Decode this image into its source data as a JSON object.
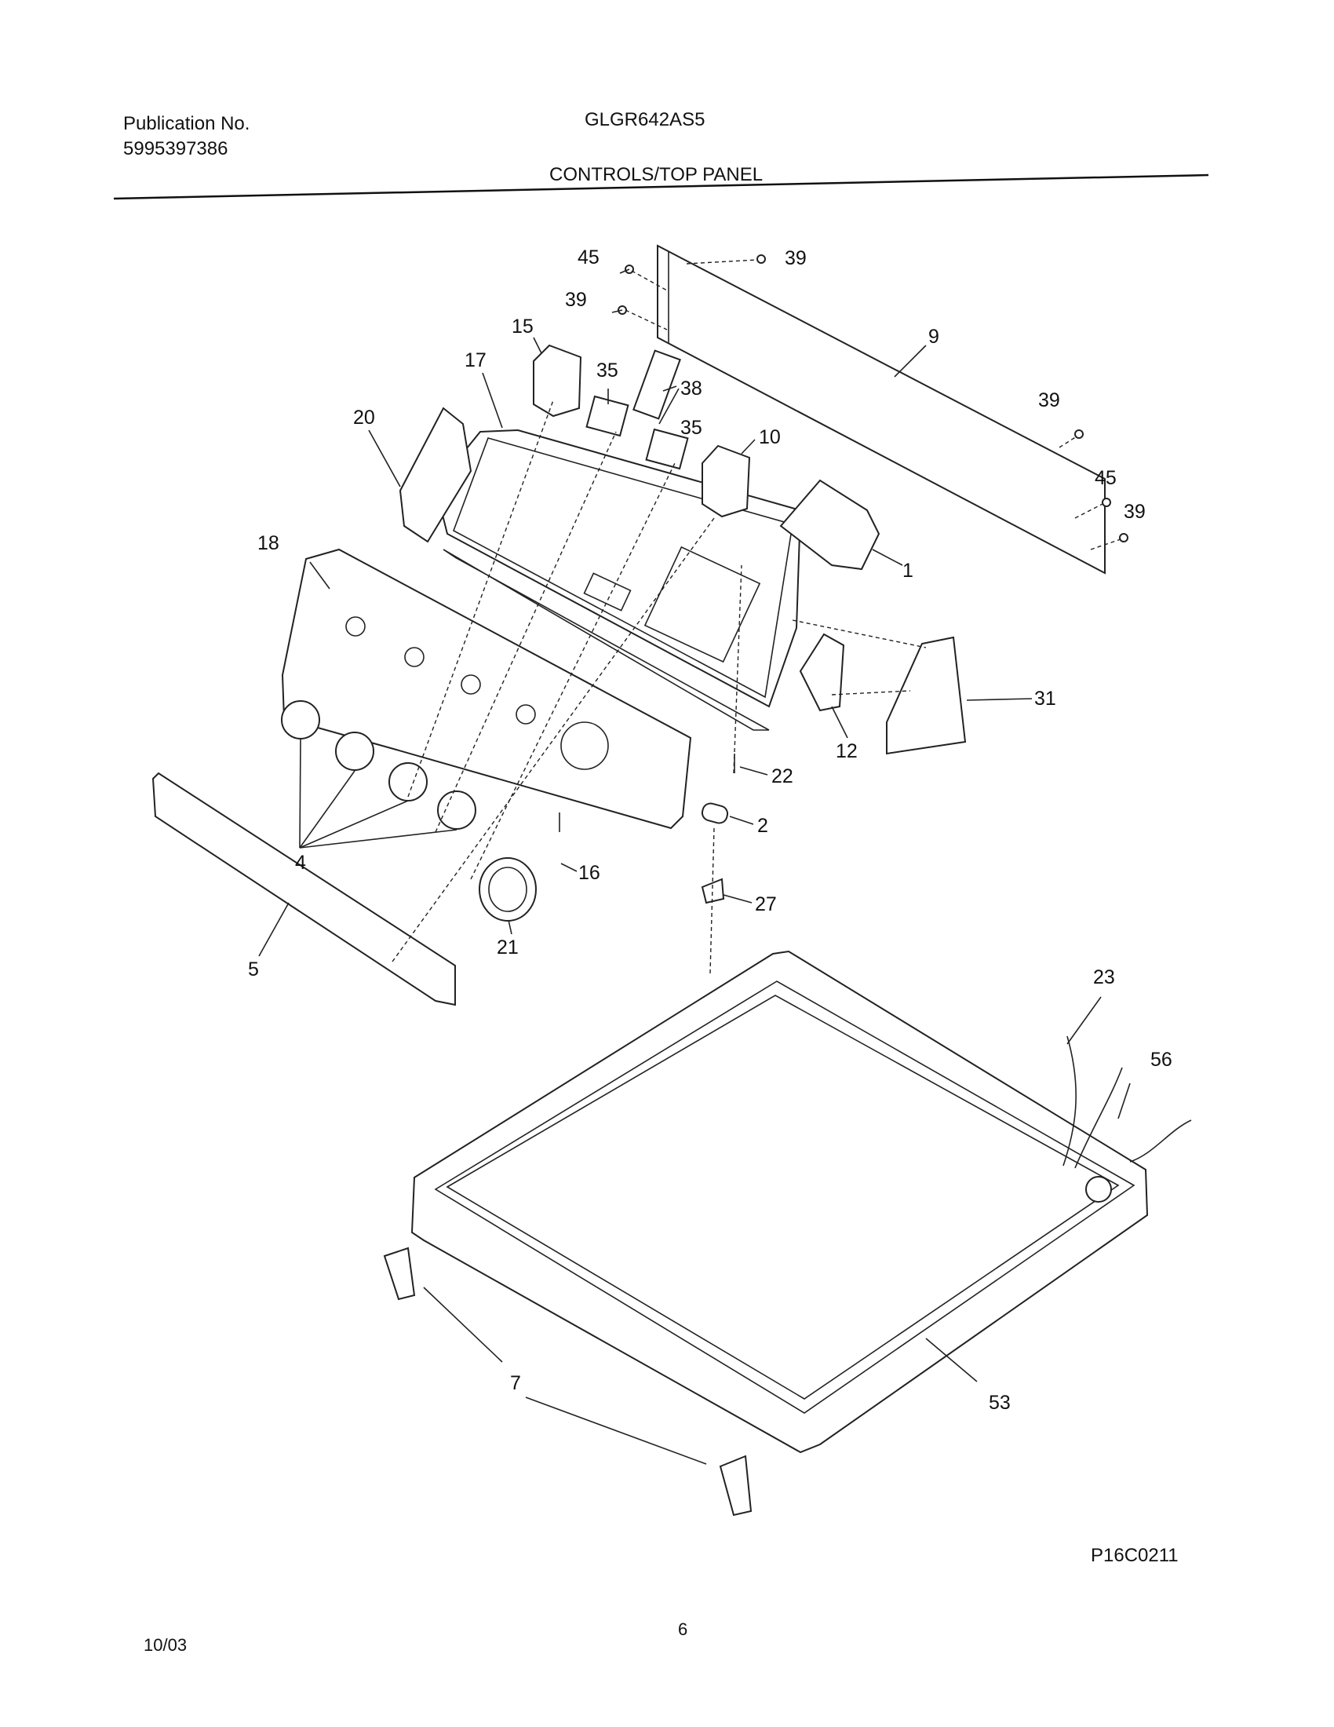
{
  "header": {
    "publication_label": "Publication No.",
    "publication_number": "5995397386",
    "model": "GLGR642AS5",
    "section_title": "CONTROLS/TOP PANEL"
  },
  "diagram": {
    "callouts": {
      "c1": "1",
      "c2": "2",
      "c4": "4",
      "c5": "5",
      "c7": "7",
      "c9": "9",
      "c10": "10",
      "c12": "12",
      "c15": "15",
      "c16": "16",
      "c17": "17",
      "c18": "18",
      "c20": "20",
      "c21": "21",
      "c22": "22",
      "c23": "23",
      "c27": "27",
      "c31": "31",
      "c35a": "35",
      "c35b": "35",
      "c38": "38",
      "c39a": "39",
      "c39b": "39",
      "c39c": "39",
      "c39d": "39",
      "c45a": "45",
      "c45b": "45",
      "c53": "53",
      "c56": "56"
    },
    "drawing_code": "P16C0211"
  },
  "footer": {
    "date": "10/03",
    "page_number": "6"
  }
}
